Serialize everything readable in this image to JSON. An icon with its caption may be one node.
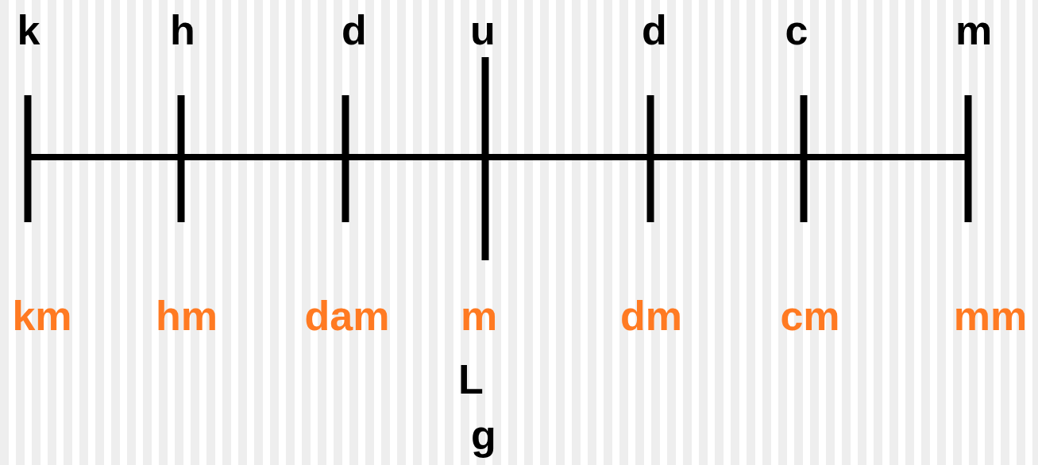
{
  "diagram": {
    "labels": [
      "k",
      "h",
      "d",
      "u",
      "d",
      "c",
      "m",
      "km",
      "hm",
      "dam",
      "m",
      "dm",
      "cm",
      "mm",
      "L",
      "g"
    ]
  }
}
